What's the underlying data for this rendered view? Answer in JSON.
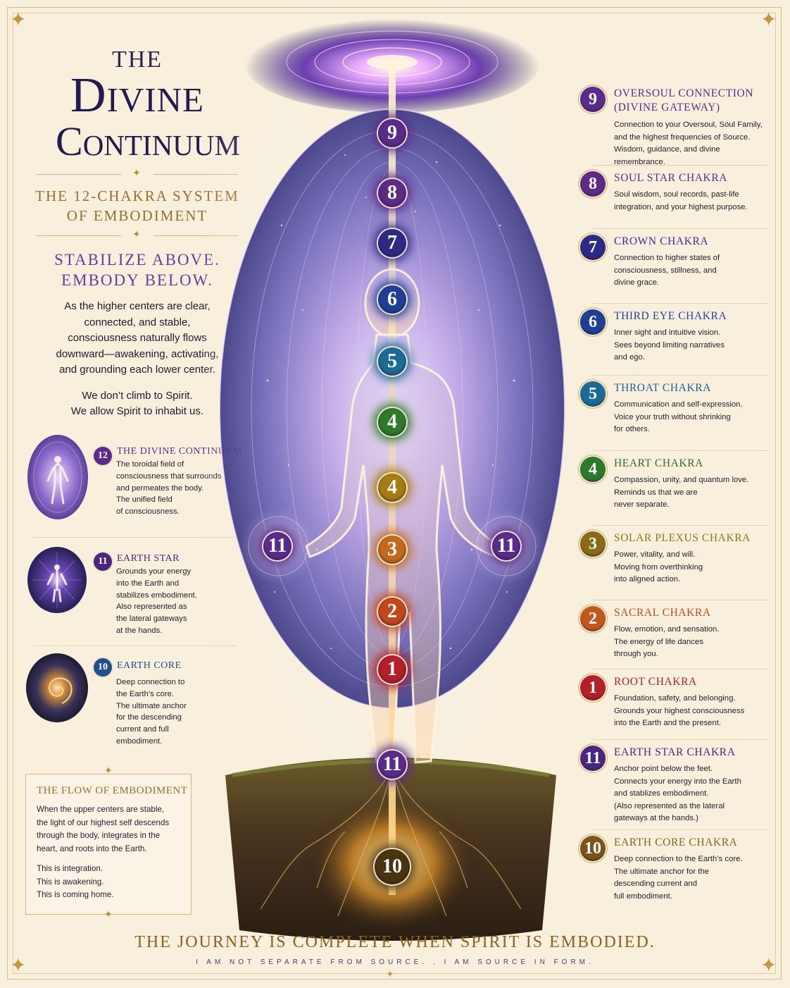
{
  "title": {
    "the": "THE",
    "divine": "Divine",
    "continuum": "Continuum"
  },
  "subtitle": {
    "line1": "THE 12-CHAKRA SYSTEM",
    "line2": "OF EMBODIMENT"
  },
  "tagline": {
    "line1": "STABILIZE ABOVE.",
    "line2": "EMBODY BELOW."
  },
  "intro": {
    "paragraph1": [
      "As the higher centers are clear,",
      "connected, and stable,",
      "consciousness naturally flows",
      "downward—awakening, activating,",
      "and grounding each lower center."
    ],
    "paragraph2": [
      "We don’t climb to Spirit.",
      "We allow Spirit to inhabit us."
    ]
  },
  "left_items": [
    {
      "number": "12",
      "title": "THE DIVINE CONTINUUM",
      "color": "#5b2b8c",
      "lines": [
        "The toroidal field of",
        "consciousness that surrounds",
        "and permeates the body.",
        "The unified field",
        "of consciousness."
      ]
    },
    {
      "number": "11",
      "title": "EARTH STAR",
      "color": "#4a2680",
      "lines": [
        "Grounds your energy",
        "into the Earth and",
        "stabilizes embodiment.",
        "Also represented as",
        "the lateral gateways",
        "at the hands."
      ]
    },
    {
      "number": "10",
      "title": "EARTH CORE",
      "color": "#1f4f8c",
      "lines": [
        "Deep connection to",
        "the Earth’s core.",
        "The ultimate anchor",
        "for the descending",
        "current and full",
        "embodiment."
      ]
    }
  ],
  "flow": {
    "title": "THE FLOW OF EMBODIMENT",
    "lines": [
      "When the upper centers are stable,",
      "the light of our highest self descends",
      "through the body, integrates in the",
      "heart, and roots into the Earth."
    ],
    "closing": [
      "This is integration.",
      "This is awakening.",
      "This is coming home."
    ]
  },
  "chakras": [
    {
      "number": "9",
      "title": [
        "OVERSOUL CONNECTION",
        "(DIVINE GATEWAY)"
      ],
      "color": "#5b2b8c",
      "title_color": "#5b2b8c",
      "lines": [
        "Connection to your Oversoul, Soul Family,",
        "and the highest frequencies of Source.",
        "Wisdom, guidance, and divine remembrance."
      ]
    },
    {
      "number": "8",
      "title": [
        "SOUL STAR CHAKRA"
      ],
      "color": "#5d2a86",
      "title_color": "#5b2b8c",
      "lines": [
        "Soul wisdom, soul records, past-life",
        "integration, and your highest purpose."
      ]
    },
    {
      "number": "7",
      "title": [
        "CROWN CHAKRA"
      ],
      "color": "#2d2a86",
      "title_color": "#3a2f98",
      "lines": [
        "Connection to higher states of",
        "consciousness, stillness, and",
        "divine grace."
      ]
    },
    {
      "number": "6",
      "title": [
        "THIRD EYE CHAKRA"
      ],
      "color": "#1f3e96",
      "title_color": "#2440a0",
      "lines": [
        "Inner sight and intuitive vision.",
        "Sees beyond limiting narratives",
        "and ego."
      ]
    },
    {
      "number": "5",
      "title": [
        "THROAT CHAKRA"
      ],
      "color": "#1c6b96",
      "title_color": "#1f5f93",
      "lines": [
        "Communication and self-expression.",
        "Voice your truth without shrinking",
        "for others."
      ]
    },
    {
      "number": "4",
      "title": [
        "HEART CHAKRA"
      ],
      "color": "#2d7a2a",
      "title_color": "#2d6e27",
      "lines": [
        "Compassion, unity, and quantum love.",
        "Reminds us that we are",
        "never separate."
      ]
    },
    {
      "number": "3",
      "title": [
        "SOLAR PLEXUS CHAKRA"
      ],
      "color": "#8a6a16",
      "title_color": "#9a7118",
      "lines": [
        "Power, vitality, and will.",
        "Moving from overthinking",
        "into aligned action."
      ]
    },
    {
      "number": "2",
      "title": [
        "SACRAL CHAKRA"
      ],
      "color": "#c2571c",
      "title_color": "#c0501a",
      "lines": [
        "Flow, emotion, and sensation.",
        "The energy of life dances",
        "through you."
      ]
    },
    {
      "number": "1",
      "title": [
        "ROOT CHAKRA"
      ],
      "color": "#b3202a",
      "title_color": "#b3202a",
      "lines": [
        "Foundation, safety, and belonging.",
        "Grounds your highest consciousness",
        "into the Earth and the present."
      ]
    },
    {
      "number": "11",
      "title": [
        "EARTH STAR CHAKRA"
      ],
      "color": "#4a2680",
      "title_color": "#4a2680",
      "lines": [
        "Anchor point below the feet.",
        "Connects your energy into the Earth",
        "and stablizes embodiment.",
        "(Also represented as the lateral",
        "gateways at the hands.)"
      ]
    },
    {
      "number": "10",
      "title": [
        "EARTH CORE CHAKRA"
      ],
      "color": "#7a5418",
      "title_color": "#8a6222",
      "lines": [
        "Deep connection to the Earth’s core.",
        "The ultimate anchor for the",
        "descending current and",
        "full embodiment."
      ]
    }
  ],
  "center_badges": [
    {
      "number": "9",
      "color": "#5b2b8c"
    },
    {
      "number": "8",
      "color": "#5d2a86"
    },
    {
      "number": "7",
      "color": "#2d2a86"
    },
    {
      "number": "6",
      "color": "#1f3e96"
    },
    {
      "number": "5",
      "color": "#1c6b96"
    },
    {
      "number": "4",
      "color": "#2d7a2a"
    },
    {
      "number": "4",
      "color": "#a67c10"
    },
    {
      "number": "3",
      "color": "#c06a1a"
    },
    {
      "number": "2",
      "color": "#c2471c"
    },
    {
      "number": "1",
      "color": "#b3202a"
    },
    {
      "number": "11",
      "color": "#5b2b8c"
    },
    {
      "number": "11",
      "color": "#5b2b8c"
    },
    {
      "number": "11",
      "color": "#5b2b8c"
    },
    {
      "number": "10",
      "color": "#4a3410"
    }
  ],
  "footer": {
    "main": "THE JOURNEY IS COMPLETE WHEN SPIRIT IS EMBODIED.",
    "sub": "I AM NOT SEPARATE FROM SOURCE.  .  I AM SOURCE IN FORM."
  }
}
